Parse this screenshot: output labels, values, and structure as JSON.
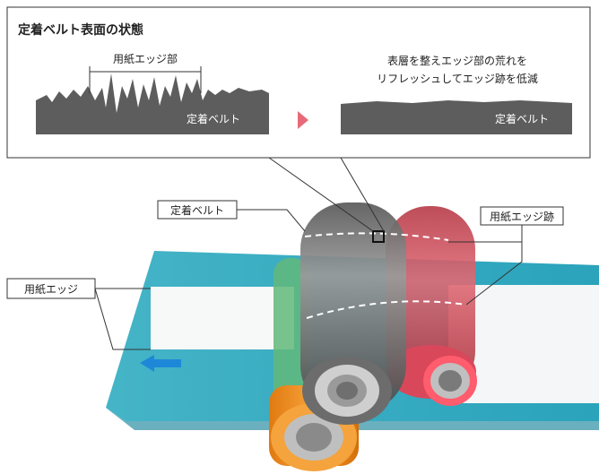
{
  "panel": {
    "title": "定着ベルト表面の状態",
    "before": {
      "bracket_label": "用紙エッジ部",
      "belt_label": "定着ベルト"
    },
    "after": {
      "caption_line1": "表層を整えエッジ部の荒れを",
      "caption_line2": "リフレッシュしてエッジ跡を低減",
      "belt_label": "定着ベルト"
    }
  },
  "callouts": {
    "fixing_belt": "定着ベルト",
    "paper_edge_mark": "用紙エッジ跡",
    "paper_edge": "用紙エッジ"
  },
  "colors": {
    "belt_gray": "#5d5d5d",
    "arrow_pink": "#e86a7a",
    "conveyor_cyan": "#3fb8cc",
    "roller_red": "#d8404f",
    "roller_orange": "#f39222",
    "roller_green": "#5fb777",
    "feed_arrow_blue": "#1e88d8"
  },
  "icons": {
    "step_arrow": "chevron-right-icon",
    "feed_direction": "arrow-left-icon"
  }
}
